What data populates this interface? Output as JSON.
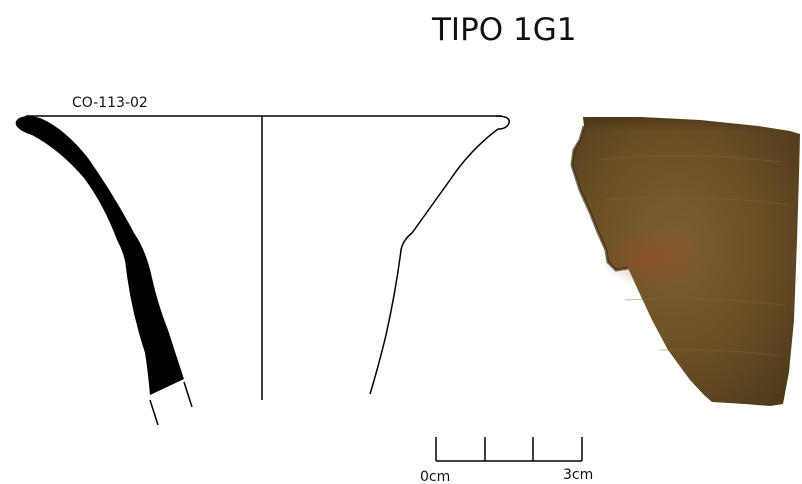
{
  "title": "TIPO 1G1",
  "specimen_label": "CO-113-02",
  "scale": {
    "start_label": "0cm",
    "end_label": "3cm",
    "colors": {
      "ink": "#000000"
    }
  },
  "colors": {
    "section_fill": "#000000",
    "outline": "#000000",
    "sherd_base": "#6e5228",
    "sherd_dark": "#4a3618",
    "sherd_light": "#8a6a38",
    "sherd_red": "#8a4a22",
    "background": "#ffffff"
  }
}
